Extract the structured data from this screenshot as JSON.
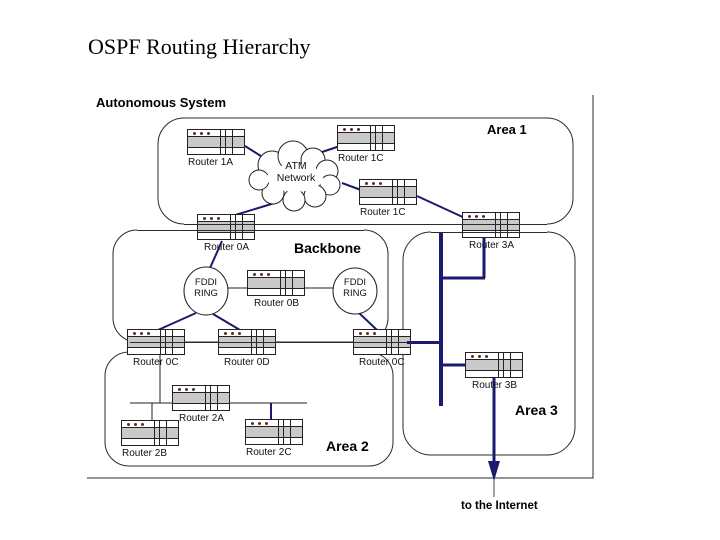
{
  "slide": {
    "title": "OSPF Routing Hierarchy"
  },
  "diagram": {
    "autonomous_system_label": "Autonomous System",
    "area_labels": {
      "area1": "Area 1",
      "backbone": "Backbone",
      "area2": "Area 2",
      "area3": "Area 3"
    },
    "atm_cloud_label": "ATM Network",
    "fddi_left_label": "FDDI RING",
    "fddi_right_label": "FDDI RING",
    "internet_label": "to the Internet",
    "routers": {
      "r1a": "Router 1A",
      "r1c1": "Router 1C",
      "r1c2": "Router 1C",
      "r0a": "Router 0A",
      "r0b": "Router 0B",
      "r0c": "Router 0C",
      "r0d": "Router 0D",
      "r0c2": "Router 0C",
      "r2a": "Router 2A",
      "r2b": "Router 2B",
      "r2c": "Router 2C",
      "r3a": "Router 3A",
      "r3b": "Router 3B"
    }
  },
  "colors": {
    "link_blue": "#1a1a70",
    "router_body_gray": "#c9c9c9",
    "led_dot": "#5d2b20",
    "outline": "#2b2b2b"
  }
}
